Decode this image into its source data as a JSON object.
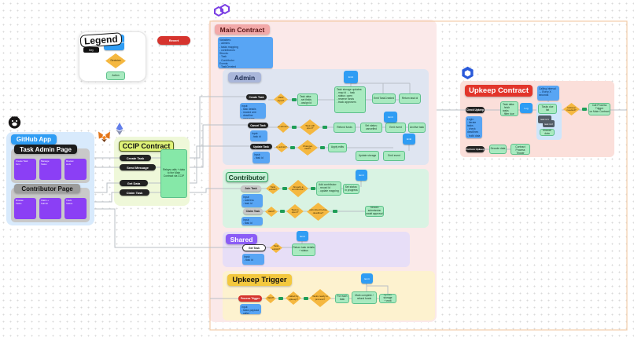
{
  "legend": {
    "title": "Legend",
    "tag": "Key",
    "function_label": "Function definition",
    "revert_label": "Revert",
    "decision_label": "Decision",
    "action_label": "Action"
  },
  "github": {
    "badge": "GitHub App",
    "admin_panel": {
      "title": "Task Admin Page",
      "cards": [
        "Create Task\nform",
        "Manage\nTasks",
        "Review\nwork"
      ]
    },
    "contributor_panel": {
      "title": "Contributor Page",
      "cards": [
        "Browse\nTasks",
        "Claim +\nSubmit",
        "Track\nStatus"
      ]
    }
  },
  "ccip": {
    "badge": "CCIP Contract",
    "pills": [
      "Create Task",
      "Send Message",
      "Get Data",
      "Claim Task"
    ],
    "note": "Relays calls + data to the Main Contract via CCIP"
  },
  "main_contract": {
    "badge": "Main Contract",
    "details": "Variables:\n- admins\n- tasks mapping\n- contributors\nStructs:\n- Task\n- Contributor\nEvents:\n- TaskCreated\n- TaskCompleted"
  },
  "admin": {
    "badge": "Admin",
    "top_node": "Emit",
    "rows": [
      {
        "pill": "Create Task",
        "input": "Input:\n- task details\n- reward amt\n- deadline\n- approvers",
        "d1": "Valid\ninput?",
        "s1": "Task data:\n- set fields\n- assign id",
        "big": "Task storage updates:\n- map id → task\n- status: open\n- reserve funds\n- track approvers",
        "s2": "Emit TaskCreated",
        "s3": "Return task id"
      },
      {
        "pill": "Cancel Task",
        "input": "Input:\n- task id",
        "d1": "Is admin?",
        "d2": "Task still\nopen?",
        "s1": "Refund funds",
        "s2": "Set status:\ncancelled",
        "s3": "Emit event",
        "s4": "Archive task",
        "node": "Emit"
      },
      {
        "pill": "Update Task",
        "input": "Input:\n- task id",
        "d1": "Is admin?",
        "d2": "Changes\nvalid?",
        "s1": "Apply edits",
        "s2": "Update storage",
        "s3": "Emit event",
        "node": "Emit"
      }
    ]
  },
  "contributor": {
    "badge": "Contributor",
    "node": "Emit",
    "rows": [
      {
        "pill": "Join Task",
        "input": "Input:\n- address\n- task id",
        "d1": "Task\nexists?",
        "d2": "Already a\ncontributor?",
        "big": "Add contributor:\n- record id\n- update mapping",
        "end": "Set status:\nin progress"
      },
      {
        "pill": "Claim Task",
        "input": "Input:\n- task id",
        "d1": "Valid?",
        "d2": "Task is\nopen?",
        "d3": "Submitted before\ndeadline?",
        "end": "Record submission\nawait approval"
      }
    ]
  },
  "shared": {
    "badge": "Shared",
    "pill": "Get Task",
    "input": "Input:\n- task id",
    "d1": "Task\nexists?",
    "end": "Return task details\n+ status",
    "node": "Emit"
  },
  "upkeep_trigger": {
    "badge": "Upkeep Trigger",
    "pill": "Process Trigger",
    "input": "Input:\n- tasks payload\n- caller",
    "d1": "Valid?",
    "d2": "Called by\nupkeep?",
    "d3": "Tasks ready to\nprocess?",
    "s1": "For each\ntask",
    "s2": "Mark complete /\nrefund funds",
    "s3": "Update storage\n+ emit",
    "node": "Emit"
  },
  "upkeep_contract": {
    "badge": "Upkeep Contract",
    "interval": "Calling interval\n→ Every X seconds",
    "check_pill": "Check Upkeep",
    "logic": "Logic:\n- iterate tasks\n- check deadlines\n- build data",
    "task_data": "Task data:\n- fetch tasks\n- filter due",
    "log_node": "Log",
    "due": "Tasks due\nlist",
    "gray1": "task id 1",
    "gray2": "task id 2",
    "encode": "encode data",
    "d1": "Upkeep\nneeded?",
    "end": "Call Process Trigger\non Main Contract",
    "perform_pill": "Perform Upkeep",
    "p1": "Decode data",
    "p2": "Call Main Contract\nProcess Trigger"
  }
}
